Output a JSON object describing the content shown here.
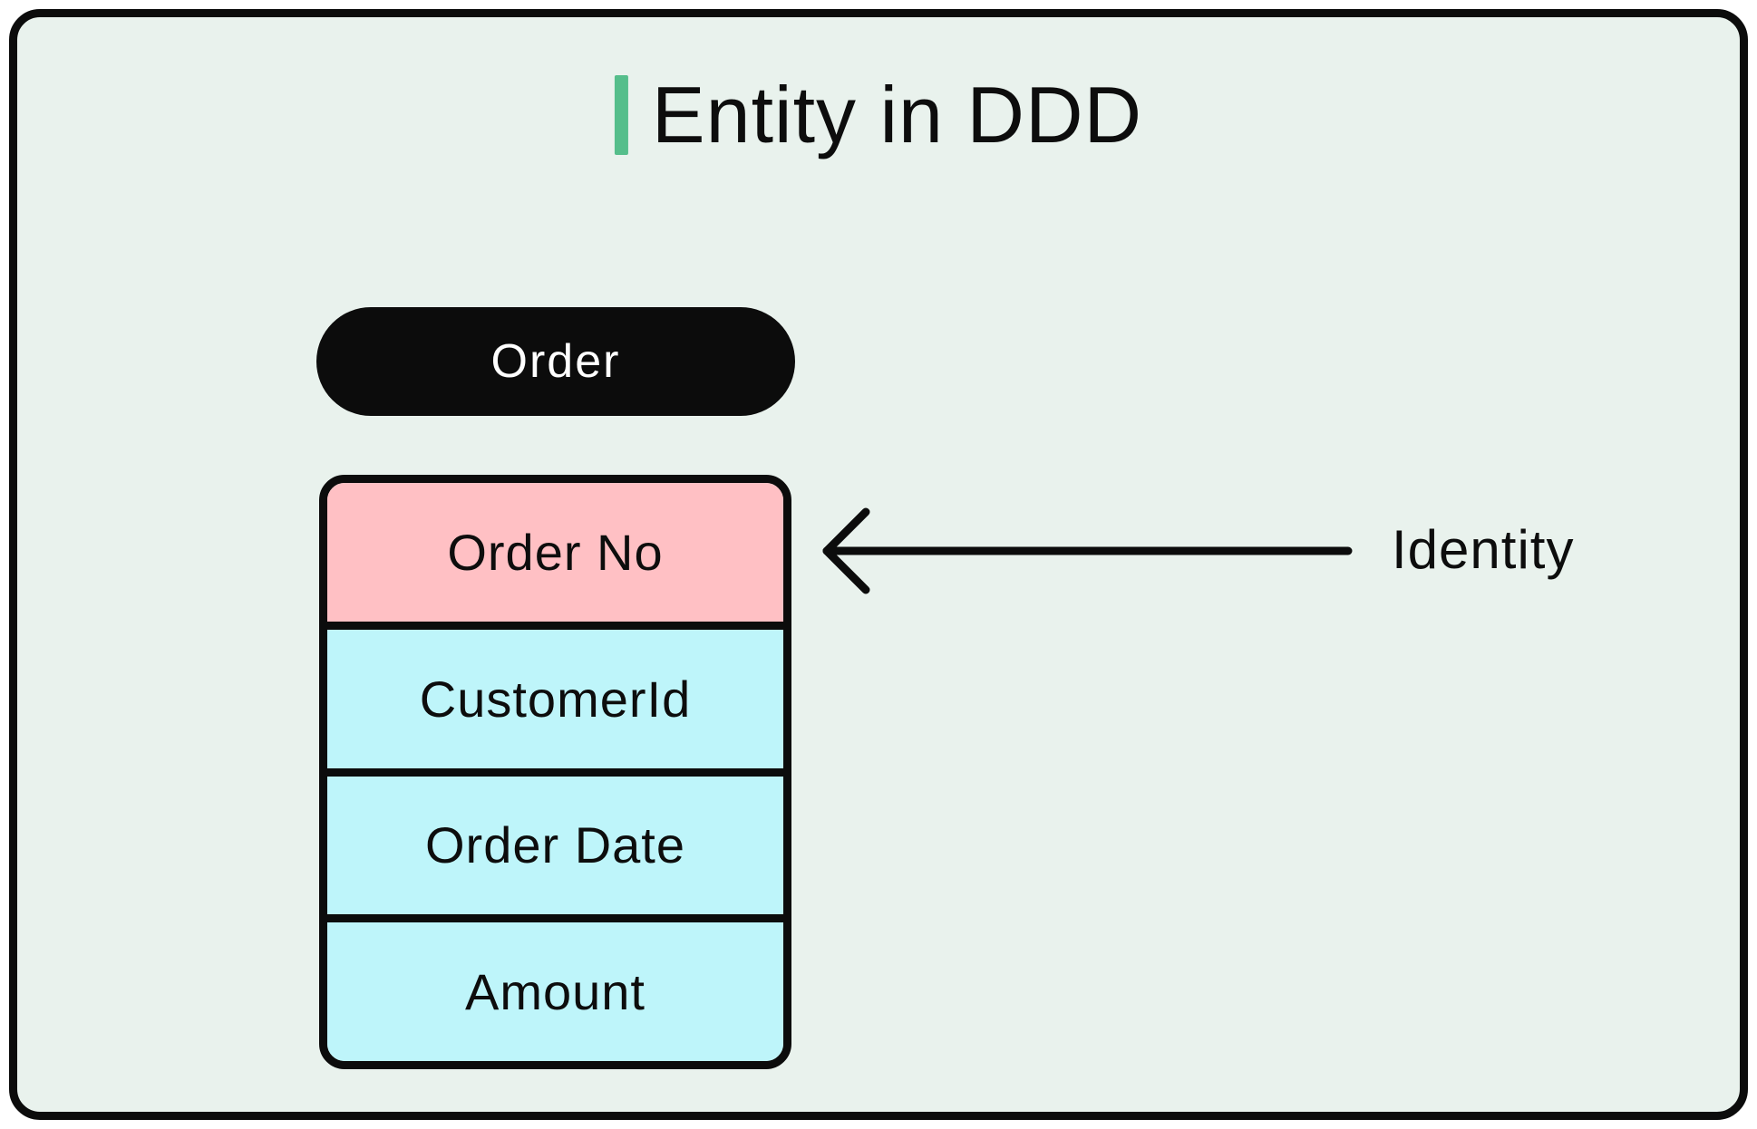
{
  "frame": {
    "background": "#E9F2ED",
    "border_color": "#0C0C0C"
  },
  "title": {
    "text": "Entity in DDD",
    "accent_bar_color": "#55BE8B",
    "text_color": "#0D0D0D"
  },
  "entity": {
    "header": {
      "label": "Order",
      "background": "#0C0C0C",
      "text_color": "#FFFFFF"
    },
    "attributes": [
      {
        "label": "Order No",
        "background": "#FFC0C4",
        "role": "identity"
      },
      {
        "label": "CustomerId",
        "background": "#BEF5FA"
      },
      {
        "label": "Order Date",
        "background": "#BEF5FA"
      },
      {
        "label": "Amount",
        "background": "#BEF5FA"
      }
    ]
  },
  "annotation": {
    "label": "Identity",
    "arrow_color": "#0C0C0C"
  }
}
